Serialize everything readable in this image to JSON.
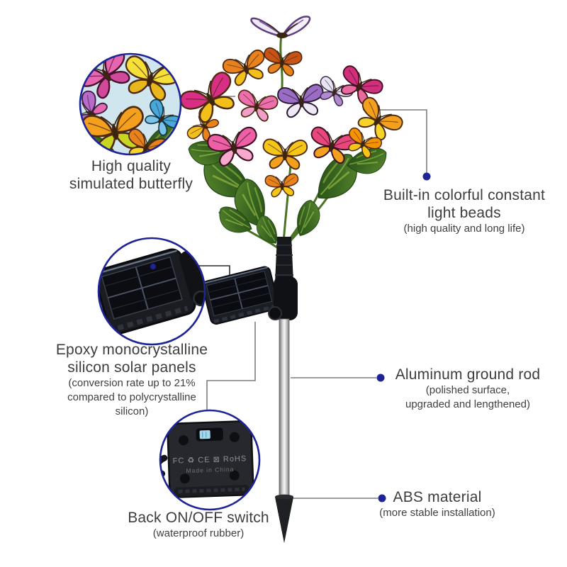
{
  "labels": {
    "butterfly": {
      "line1": "High quality",
      "line2": "simulated butterfly"
    },
    "light_beads": {
      "line1": "Built-in colorful constant",
      "line2": "light beads",
      "sub1": "(high quality and long life)"
    },
    "solar_panel": {
      "line1": "Epoxy monocrystalline",
      "line2": "silicon solar panels",
      "sub1": "(conversion rate up to 21%",
      "sub2": "compared to polycrystalline",
      "sub3": "silicon)"
    },
    "ground_rod": {
      "line1": "Aluminum ground rod",
      "sub1": "(polished surface,",
      "sub2": "upgraded and lengthened)"
    },
    "switch": {
      "line1": "Back ON/OFF switch",
      "sub1": "(waterproof rubber)"
    },
    "abs": {
      "line1": "ABS material",
      "sub1": "(more stable installation)"
    }
  },
  "switch_detail": {
    "cert_line": "FC ♻ CE ⊠ RoHS",
    "made_in": "Made in China"
  },
  "icons": {
    "detail_circles": [
      "butterfly-detail-circle",
      "solar-panel-detail-circle",
      "switch-detail-circle"
    ],
    "callout_dot": "navy-callout-dot"
  },
  "colors": {
    "accent_navy": "#1e2396",
    "leader_gray": "#7d7d7d",
    "leader_black": "#2a2a2a",
    "text": "#3d3d3d",
    "rod_silver": "#d9d9d9",
    "plastic_black": "#17181c"
  }
}
